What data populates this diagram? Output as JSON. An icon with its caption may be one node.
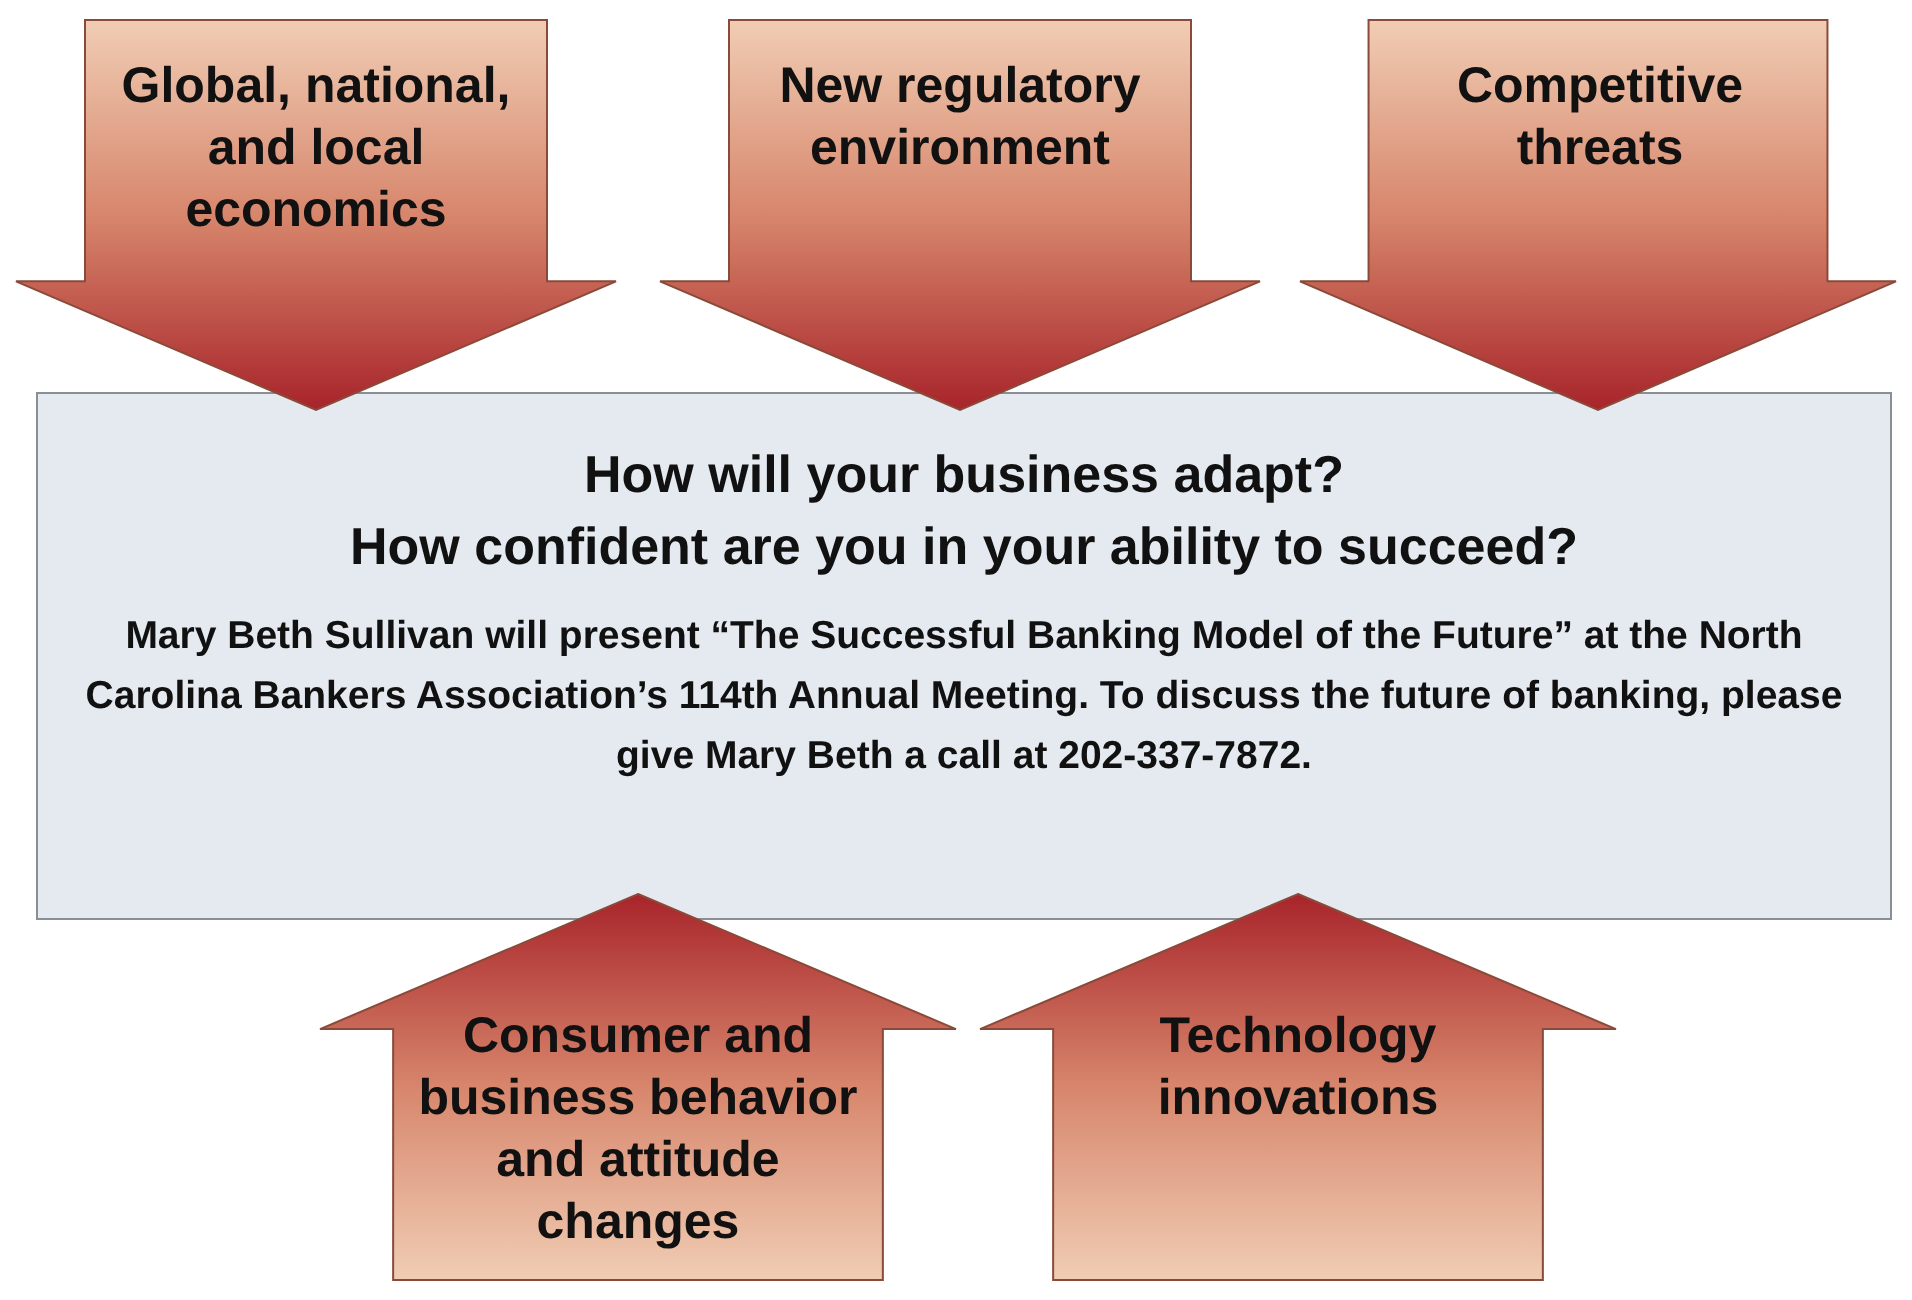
{
  "diagram": {
    "nodes": [
      {
        "text": [
          "Global, national, and local economics"
        ]
      },
      {
        "text": [
          "New regulatory environment"
        ]
      },
      {
        "text": [
          "Competitive threats"
        ]
      },
      {
        "text": [
          "How will your business adapt?",
          "How confident are you in your ability to succeed?",
          "Mary Beth Sullivan will present “The Successful Banking Model of the Future” at the North Carolina Bankers Association’s 114th Annual Meeting. To discuss the future of banking, please give Mary Beth a call at 202-337-7872."
        ]
      },
      {
        "text": [
          "Consumer and business behavior and attitude changes"
        ]
      },
      {
        "text": [
          "Technology innovations"
        ]
      }
    ]
  }
}
